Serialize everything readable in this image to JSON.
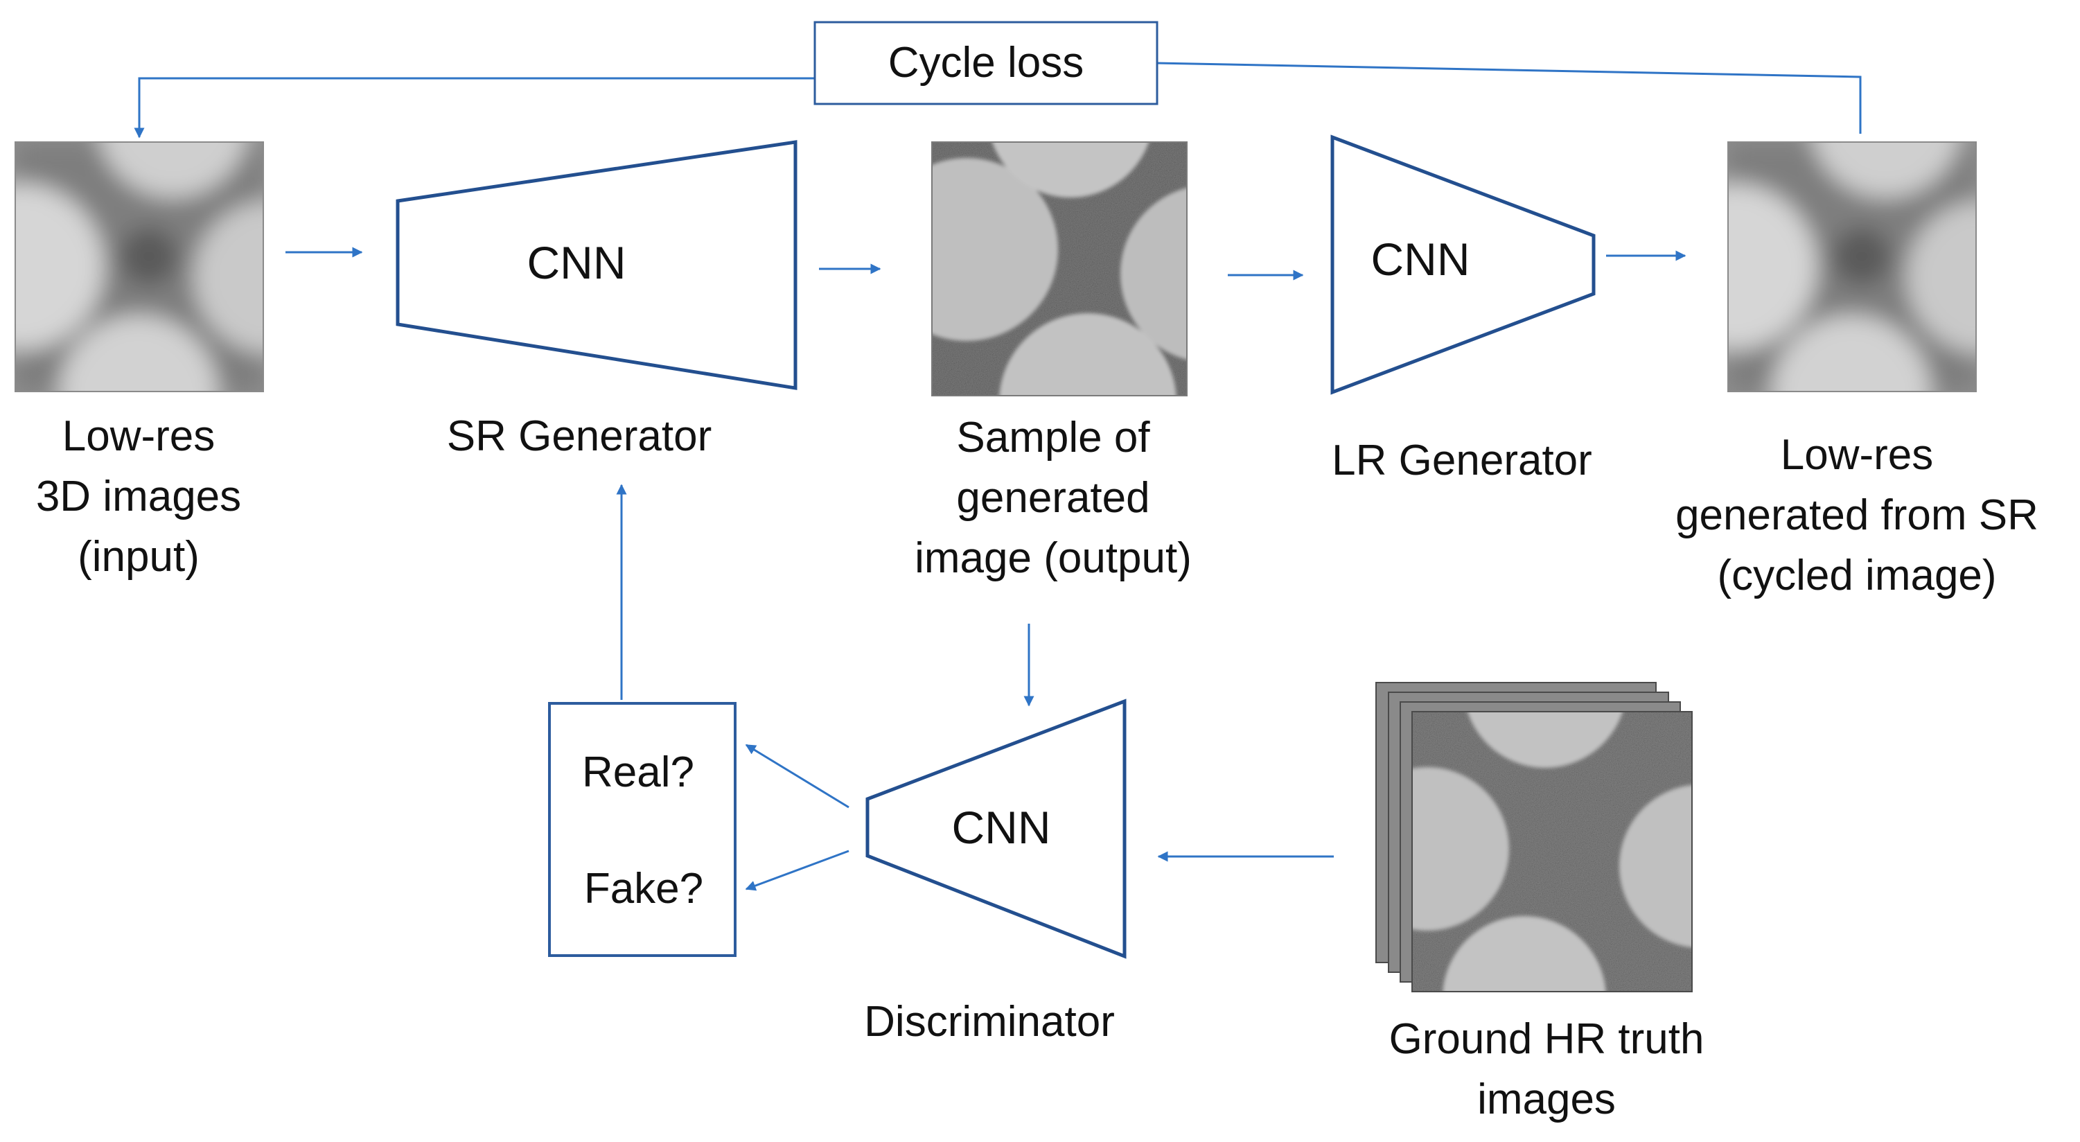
{
  "cycle_loss": "Cycle loss",
  "nodes": {
    "input_image": {
      "caption": [
        "Low-res",
        "3D images",
        "(input)"
      ]
    },
    "sr_generator": {
      "inner": "CNN",
      "caption": "SR Generator"
    },
    "output_image": {
      "caption": [
        "Sample of",
        "generated",
        "image (output)"
      ]
    },
    "lr_generator": {
      "inner": "CNN",
      "caption": "LR Generator"
    },
    "cycled_image": {
      "caption": [
        "Low-res",
        "generated from SR",
        "(cycled image)"
      ]
    },
    "discriminator": {
      "inner": "CNN",
      "caption": "Discriminator"
    },
    "verdict": {
      "real": "Real?",
      "fake": "Fake?"
    },
    "ground_truth": {
      "caption": [
        "Ground HR truth",
        "images"
      ]
    }
  },
  "colors": {
    "arrow": "#2f74c6",
    "network_outline": "#234f8f",
    "box_outline": "#2d5c9e",
    "text": "#111111"
  }
}
